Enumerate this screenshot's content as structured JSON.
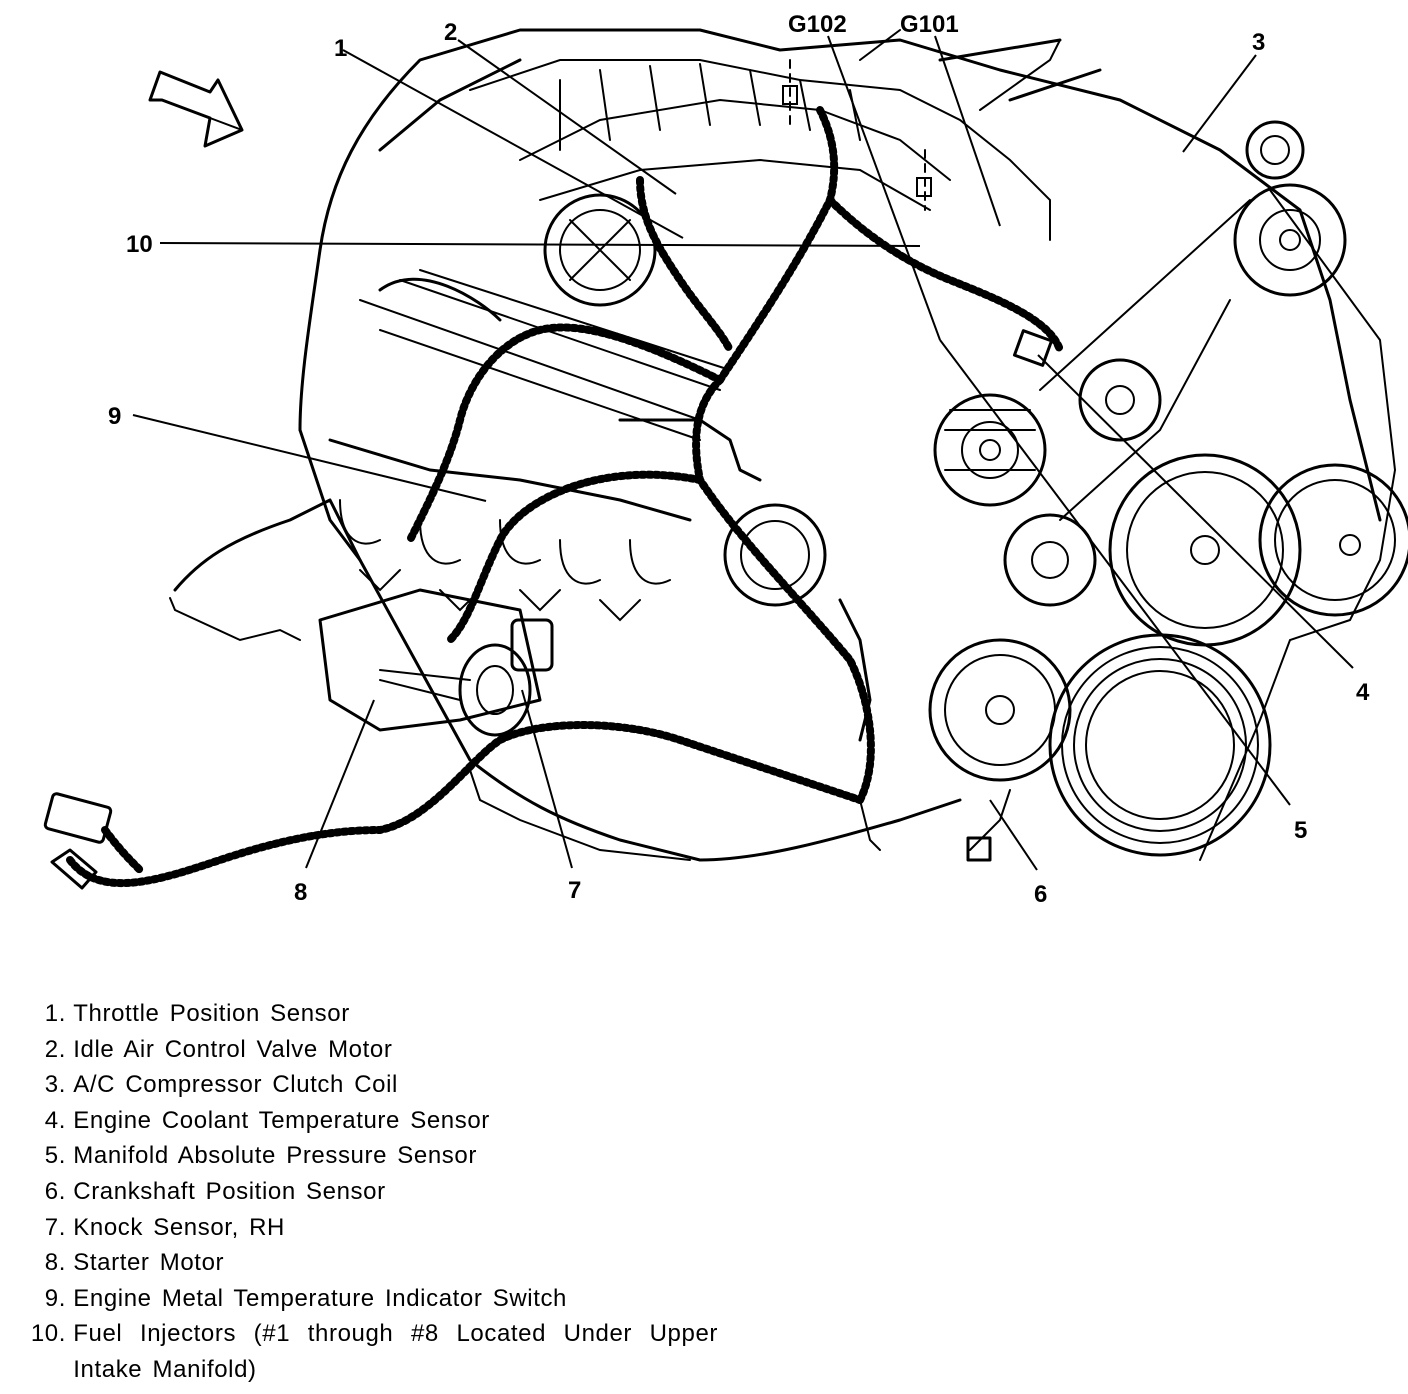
{
  "diagram": {
    "callouts": {
      "c1": "1",
      "c2": "2",
      "c3": "3",
      "c4": "4",
      "c5": "5",
      "c6": "6",
      "c7": "7",
      "c8": "8",
      "c9": "9",
      "c10": "10",
      "g102": "G102",
      "g101": "G101"
    }
  },
  "legend": [
    {
      "num": "1.",
      "text": "Throttle Position Sensor"
    },
    {
      "num": "2.",
      "text": "Idle Air Control Valve Motor"
    },
    {
      "num": "3.",
      "text": "A/C Compressor Clutch Coil"
    },
    {
      "num": "4.",
      "text": "Engine Coolant Temperature Sensor"
    },
    {
      "num": "5.",
      "text": "Manifold Absolute Pressure Sensor"
    },
    {
      "num": "6.",
      "text": "Crankshaft Position Sensor"
    },
    {
      "num": "7.",
      "text": "Knock Sensor, RH"
    },
    {
      "num": "8.",
      "text": "Starter Motor"
    },
    {
      "num": "9.",
      "text": "Engine Metal Temperature Indicator Switch"
    },
    {
      "num": "10.",
      "text": "Fuel Injectors (#1 through #8 Located Under Upper Intake Manifold)"
    }
  ]
}
